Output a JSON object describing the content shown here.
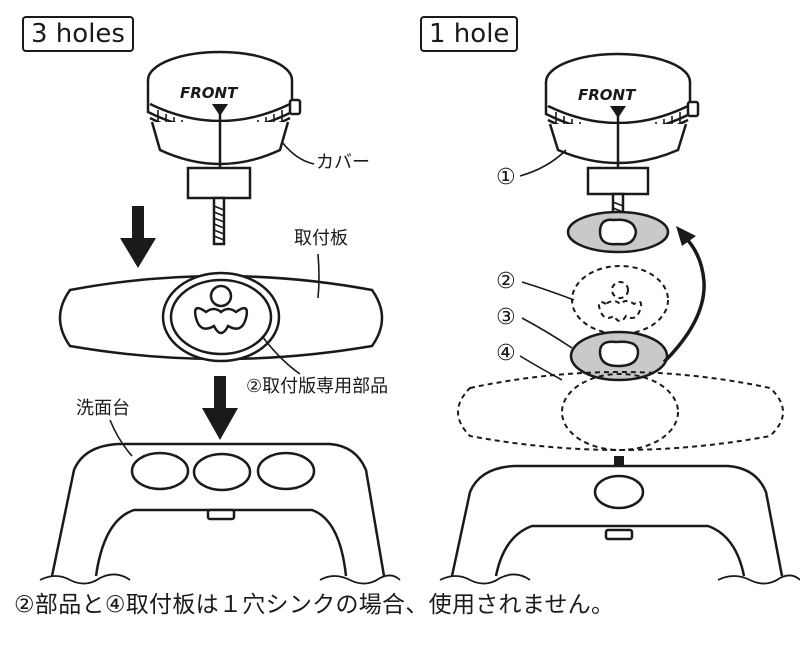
{
  "left_panel": {
    "title": "3 holes",
    "front_label": "FRONT",
    "cover_label": "カバー",
    "plate_label": "取付板",
    "part2_plate_label": "②取付版専用部品",
    "basin_label": "洗面台"
  },
  "right_panel": {
    "title": "1 hole",
    "front_label": "FRONT",
    "callouts": [
      "①",
      "②",
      "③",
      "④"
    ]
  },
  "footnote": "②部品と④取付板は１穴シンクの場合、使用されません。",
  "colors": {
    "ink": "#1a1a1a",
    "washer_fill": "#c9c9c9"
  }
}
